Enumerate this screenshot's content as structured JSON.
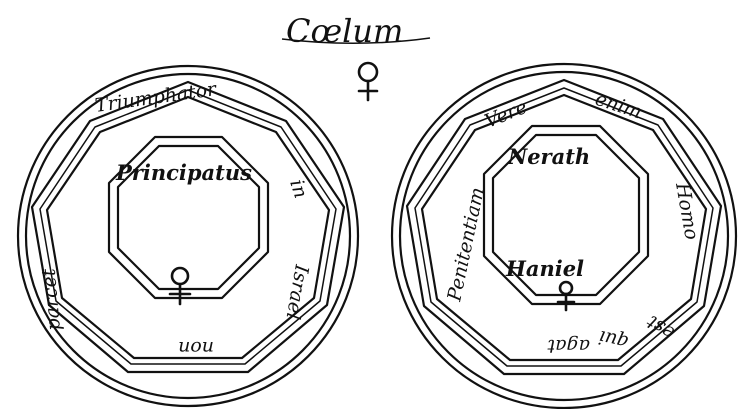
{
  "title": "Cœlum",
  "icons": {
    "title_symbol": "venus-symbol-icon",
    "left_symbol": "venus-symbol-icon",
    "right_symbol": "venus-symbol-icon"
  },
  "left_seal": {
    "center_label": "Principatus",
    "ring_words": [
      "Triumphator",
      "in",
      "Israel",
      "non",
      "parcet"
    ]
  },
  "right_seal": {
    "center_top_label": "Nerath",
    "center_bottom_label": "Haniel",
    "ring_words": [
      "Vere",
      "enim",
      "Homo",
      "est",
      "qui",
      "agat",
      "Penitentiam"
    ]
  }
}
